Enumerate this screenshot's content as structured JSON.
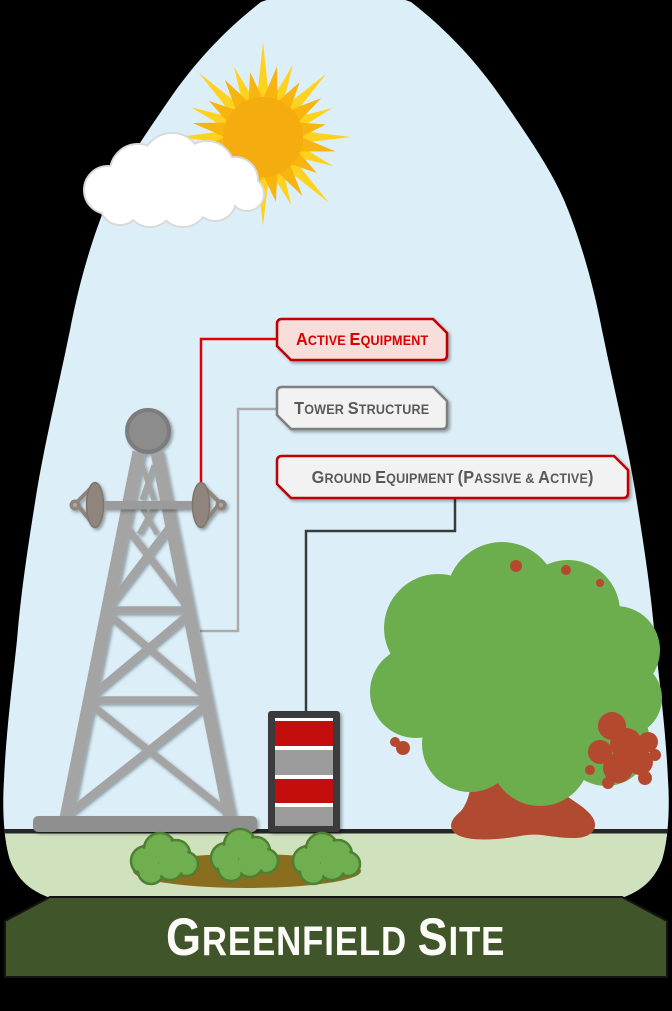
{
  "banner": {
    "title": "Greenfield Site"
  },
  "callouts": [
    {
      "label": "Active Equipment",
      "connects_to": "antenna mounted on tower",
      "text_color": "#DB0000",
      "border_color": "#C00000",
      "fill_color": "#F7DEDA",
      "line_color": "#E10000"
    },
    {
      "label": "Tower Structure",
      "connects_to": "lattice tower",
      "text_color": "#595959",
      "border_color": "#7F7F7F",
      "fill_color": "#F2F2F2",
      "line_color": "#ABABAB"
    },
    {
      "label": "Ground Equipment (Passive & Active)",
      "connects_to": "ground equipment cabinet",
      "text_color": "#595959",
      "border_color": "#C00000",
      "fill_color": "#F2F2F2",
      "line_color": "#3A3A3A"
    }
  ],
  "scene": {
    "elements": [
      "sun",
      "cloud",
      "lattice tower with two microwave dish antennas",
      "striped ground equipment cabinet",
      "tree",
      "three bushes on a dirt patch",
      "grass strip",
      "dome shaped sky"
    ],
    "colors": {
      "sky": "#DCEFF9",
      "grass": "#CFE2BD",
      "ground_line": "#262626",
      "banner_green": "#41552A",
      "banner_text": "#FCFCF8",
      "tower_gray": "#A4A4A4",
      "dish_gray": "#8F857C",
      "cabinet_frame": "#3A3A3A",
      "cabinet_red": "#C40808",
      "cabinet_gray": "#9B9B9B",
      "tree_green": "#6CAD4E",
      "trunk_red": "#B04A30",
      "sun_gold": "#F8B40F",
      "sun_yellow": "#FFD21E",
      "sun_core": "#F5AC0E",
      "dirt": "#8B6D1E",
      "background": "#000000"
    }
  }
}
